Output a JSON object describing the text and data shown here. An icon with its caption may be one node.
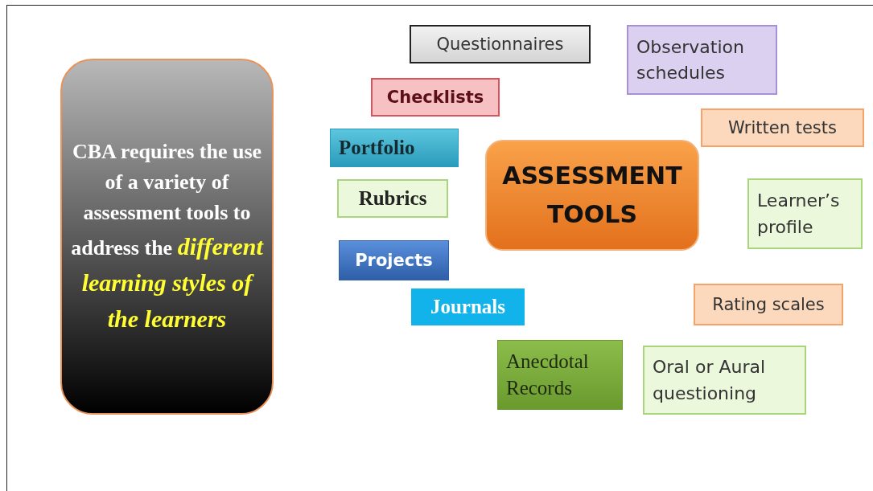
{
  "diagram": {
    "nodes": [
      {
        "text": [
          "CBA requires the use of a variety of assessment tools to address the *different learning styles of the learners*"
        ]
      },
      {
        "text": [
          "Questionnaires"
        ]
      },
      {
        "text": [
          "Observation schedules"
        ]
      },
      {
        "text": [
          "Checklists"
        ]
      },
      {
        "text": [
          "Portfolio"
        ]
      },
      {
        "text": [
          "Written tests"
        ]
      },
      {
        "text": [
          "ASSESSMENT TOOLS"
        ]
      },
      {
        "text": [
          "Rubrics"
        ]
      },
      {
        "text": [
          "Learner’s profile"
        ]
      },
      {
        "text": [
          "Projects"
        ]
      },
      {
        "text": [
          "Journals"
        ]
      },
      {
        "text": [
          "Rating scales"
        ]
      },
      {
        "text": [
          "Anecdotal Records"
        ]
      },
      {
        "text": [
          "Oral or Aural questioning"
        ]
      }
    ]
  }
}
